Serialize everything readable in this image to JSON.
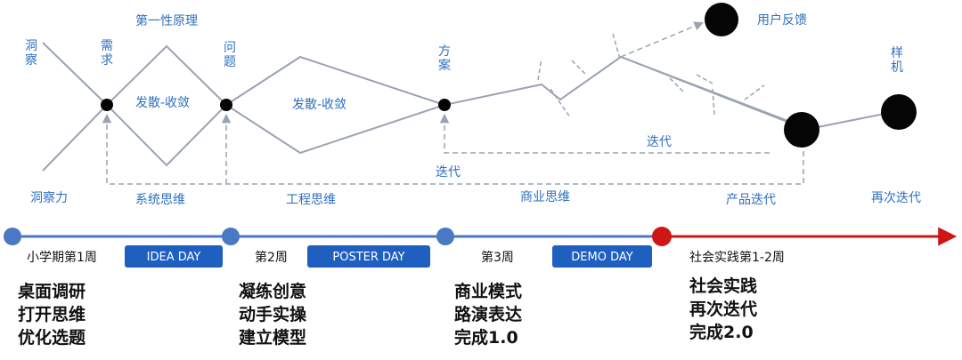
{
  "colors": {
    "label": "#2e6fc0",
    "line": "#9aa3b3",
    "timeline": "#4a78c2",
    "timeline_end": "#d01515",
    "pill": "#1f5fc0",
    "node": "#050505"
  },
  "labels": {
    "first_principles": "第一性原理",
    "insight_v": "洞察",
    "need_v": "需求",
    "problem_v": "问题",
    "solution_v": "方案",
    "prototype_v": "样机",
    "diverge_1": "发散-收敛",
    "diverge_2": "发散-收敛",
    "user_feedback": "用户反馈",
    "iterate_upper": "迭代",
    "iterate_lower": "迭代",
    "insight_power": "洞察力",
    "systems_thinking": "系统思维",
    "engineering_thinking": "工程思维",
    "business_thinking": "商业思维",
    "product_iteration": "产品迭代",
    "re_iteration": "再次迭代"
  },
  "timeline": {
    "phases": [
      {
        "week": "小学期第1周",
        "pill": "IDEA DAY",
        "tasks": [
          "桌面调研",
          "打开思维",
          "优化选题"
        ]
      },
      {
        "week": "第2周",
        "pill": "POSTER DAY",
        "tasks": [
          "凝练创意",
          "动手实操",
          "建立模型"
        ]
      },
      {
        "week": "第3周",
        "pill": "DEMO DAY",
        "tasks": [
          "商业模式",
          "路演表达",
          "完成1.0"
        ]
      },
      {
        "week": "社会实践第1-2周",
        "pill": "",
        "tasks": [
          "社会实践",
          "再次迭代",
          "完成2.0"
        ]
      }
    ]
  }
}
